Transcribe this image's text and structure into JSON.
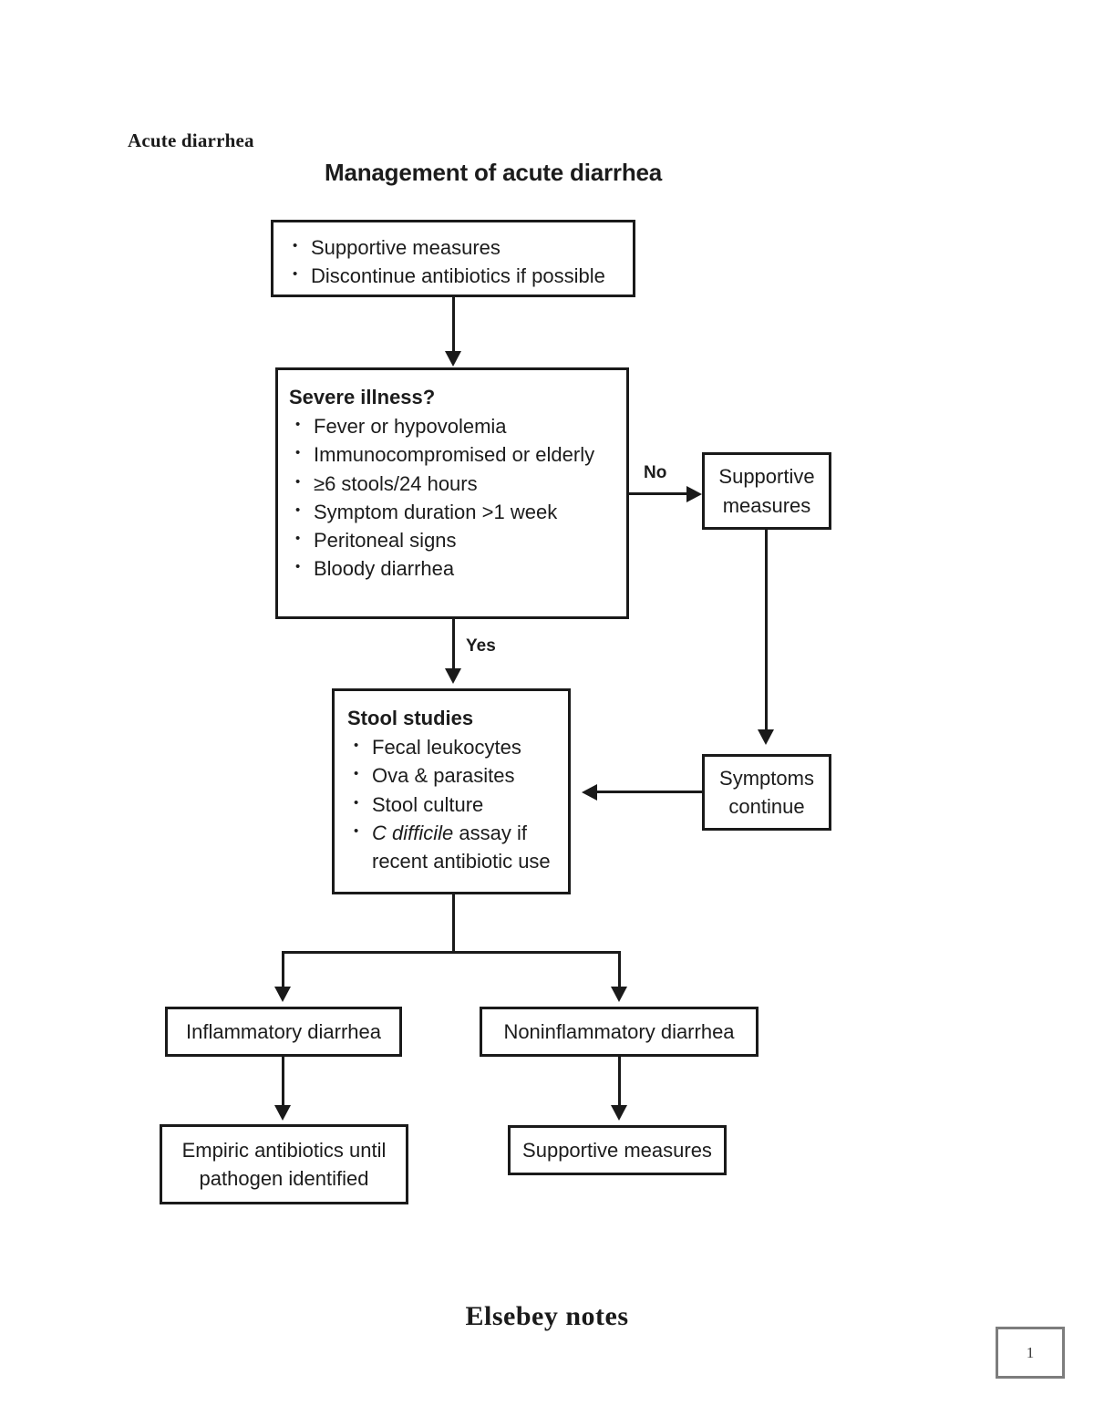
{
  "document": {
    "heading": "Acute diarrhea",
    "footer": "Elsebey notes",
    "page_number": "1"
  },
  "chart_data": {
    "type": "diagram",
    "title": "Management of acute diarrhea",
    "nodes": [
      {
        "id": "initial",
        "kind": "process",
        "items": [
          "Supportive measures",
          "Discontinue antibiotics if possible"
        ]
      },
      {
        "id": "severe",
        "kind": "decision",
        "head": "Severe illness?",
        "items": [
          "Fever or hypovolemia",
          "Immunocompromised or elderly",
          "≥6 stools/24 hours",
          "Symptom duration >1 week",
          "Peritoneal signs",
          "Bloody diarrhea"
        ]
      },
      {
        "id": "supportive_no",
        "kind": "process",
        "text_line1": "Supportive",
        "text_line2": "measures"
      },
      {
        "id": "symptoms_continue",
        "kind": "process",
        "text_line1": "Symptoms",
        "text_line2": "continue"
      },
      {
        "id": "stool",
        "kind": "process",
        "head": "Stool studies",
        "items": [
          "Fecal leukocytes",
          "Ova & parasites",
          "Stool culture"
        ],
        "item_italic_prefix": "C difficile",
        "item_italic_rest": " assay if",
        "item_italic_cont": "recent antibiotic use"
      },
      {
        "id": "inflammatory",
        "kind": "outcome",
        "text": "Inflammatory diarrhea"
      },
      {
        "id": "noninflammatory",
        "kind": "outcome",
        "text": "Noninflammatory diarrhea"
      },
      {
        "id": "empiric",
        "kind": "treatment",
        "text_line1": "Empiric antibiotics until",
        "text_line2": "pathogen identified"
      },
      {
        "id": "supportive_final",
        "kind": "treatment",
        "text": "Supportive measures"
      }
    ],
    "edges": [
      {
        "from": "initial",
        "to": "severe",
        "label": ""
      },
      {
        "from": "severe",
        "to": "supportive_no",
        "label": "No"
      },
      {
        "from": "severe",
        "to": "stool",
        "label": "Yes"
      },
      {
        "from": "supportive_no",
        "to": "symptoms_continue",
        "label": ""
      },
      {
        "from": "symptoms_continue",
        "to": "stool",
        "label": ""
      },
      {
        "from": "stool",
        "to": "inflammatory",
        "label": ""
      },
      {
        "from": "stool",
        "to": "noninflammatory",
        "label": ""
      },
      {
        "from": "inflammatory",
        "to": "empiric",
        "label": ""
      },
      {
        "from": "noninflammatory",
        "to": "supportive_final",
        "label": ""
      }
    ],
    "labels": {
      "no": "No",
      "yes": "Yes"
    },
    "colors": {
      "stroke": "#1a1a1a",
      "background": "#ffffff",
      "text": "#1c1c1c",
      "badge_border": "#7d7d7d"
    }
  }
}
